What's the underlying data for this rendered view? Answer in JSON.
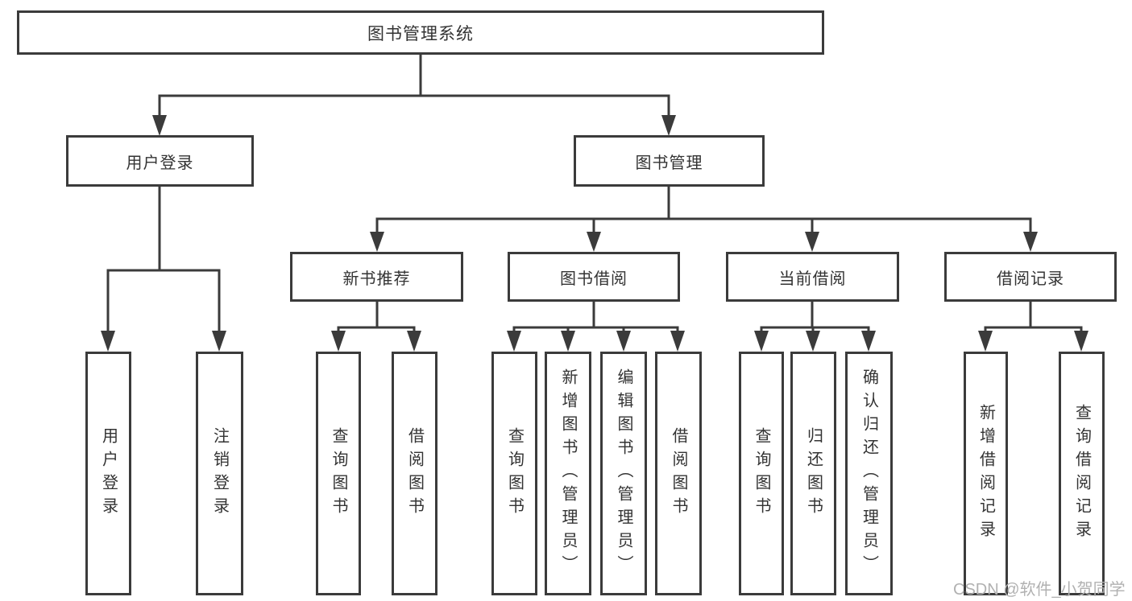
{
  "diagram": {
    "tree": {
      "label": "图书管理系统",
      "children": [
        {
          "label": "用户登录",
          "children": [
            {
              "label": "用户登录"
            },
            {
              "label": "注销登录"
            }
          ]
        },
        {
          "label": "图书管理",
          "children": [
            {
              "label": "新书推荐",
              "children": [
                {
                  "label": "查询图书"
                },
                {
                  "label": "借阅图书"
                }
              ]
            },
            {
              "label": "图书借阅",
              "children": [
                {
                  "label": "查询图书"
                },
                {
                  "label": "新增图书（管理员）"
                },
                {
                  "label": "编辑图书（管理员）"
                },
                {
                  "label": "借阅图书"
                }
              ]
            },
            {
              "label": "当前借阅",
              "children": [
                {
                  "label": "查询图书"
                },
                {
                  "label": "归还图书"
                },
                {
                  "label": "确认归还（管理员）"
                }
              ]
            },
            {
              "label": "借阅记录",
              "children": [
                {
                  "label": "新增借阅记录"
                },
                {
                  "label": "查询借阅记录"
                }
              ]
            }
          ]
        }
      ]
    }
  },
  "watermark": {
    "text": "CSDN @软件_小贺同学"
  },
  "colors": {
    "line": "#3b3b3b",
    "box_border": "#3b3b3b",
    "text": "#333333",
    "watermark": "#b1b1b1",
    "background": "#ffffff"
  }
}
